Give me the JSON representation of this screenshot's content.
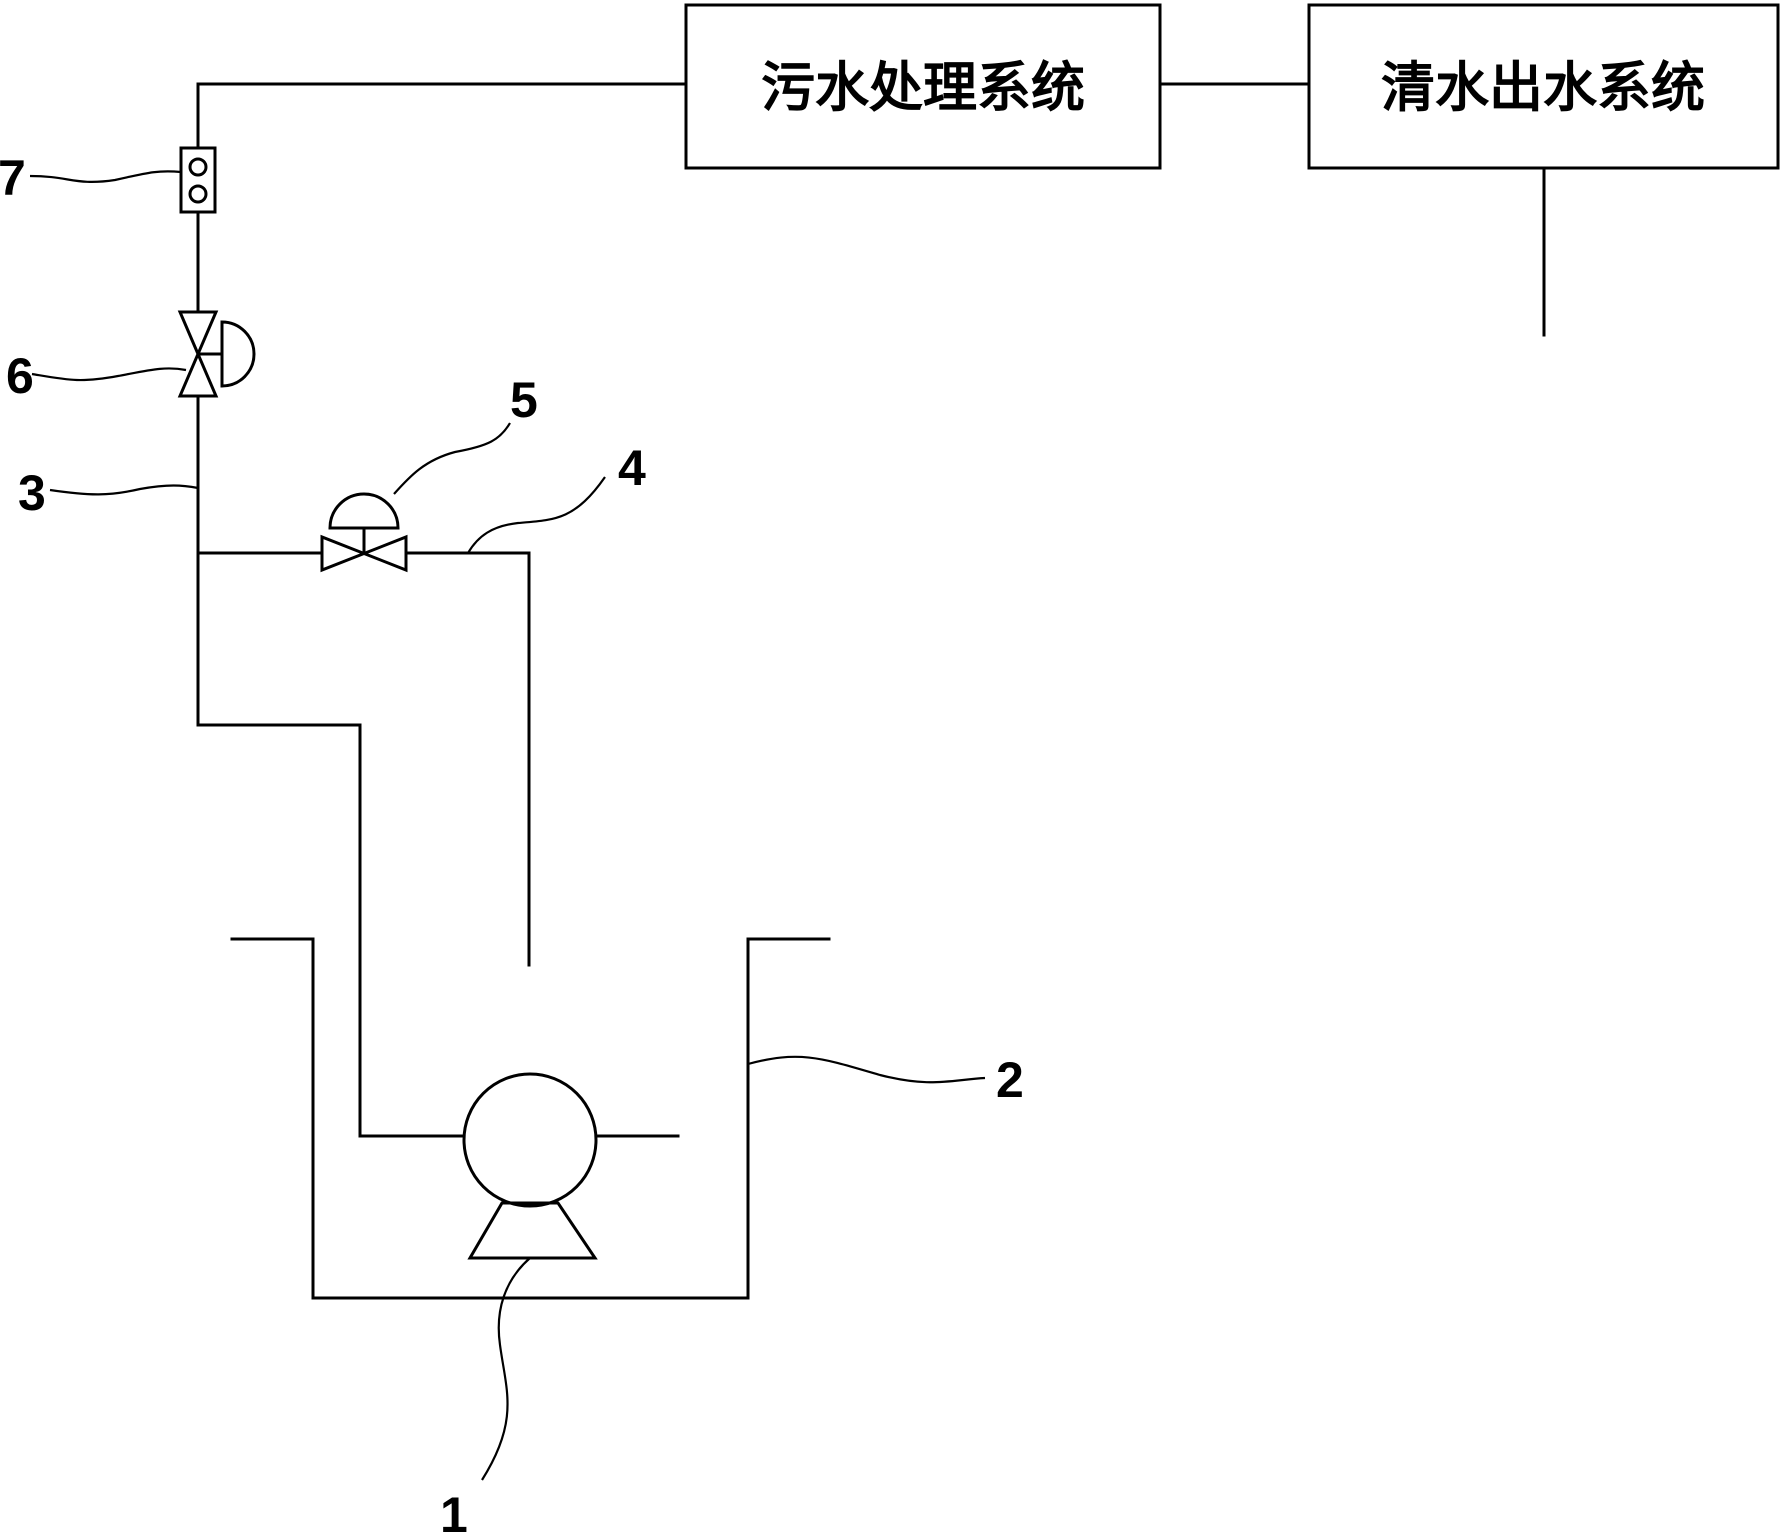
{
  "boxes": {
    "sewage_treatment": "污水处理系统",
    "clean_water_outlet": "清水出水系统"
  },
  "labels": {
    "pump": "1",
    "tank": "2",
    "main_pipe": "3",
    "return_pipe": "4",
    "valve_5": "5",
    "valve_6": "6",
    "meter_7": "7"
  },
  "colors": {
    "line": "#000000",
    "background": "#ffffff"
  }
}
